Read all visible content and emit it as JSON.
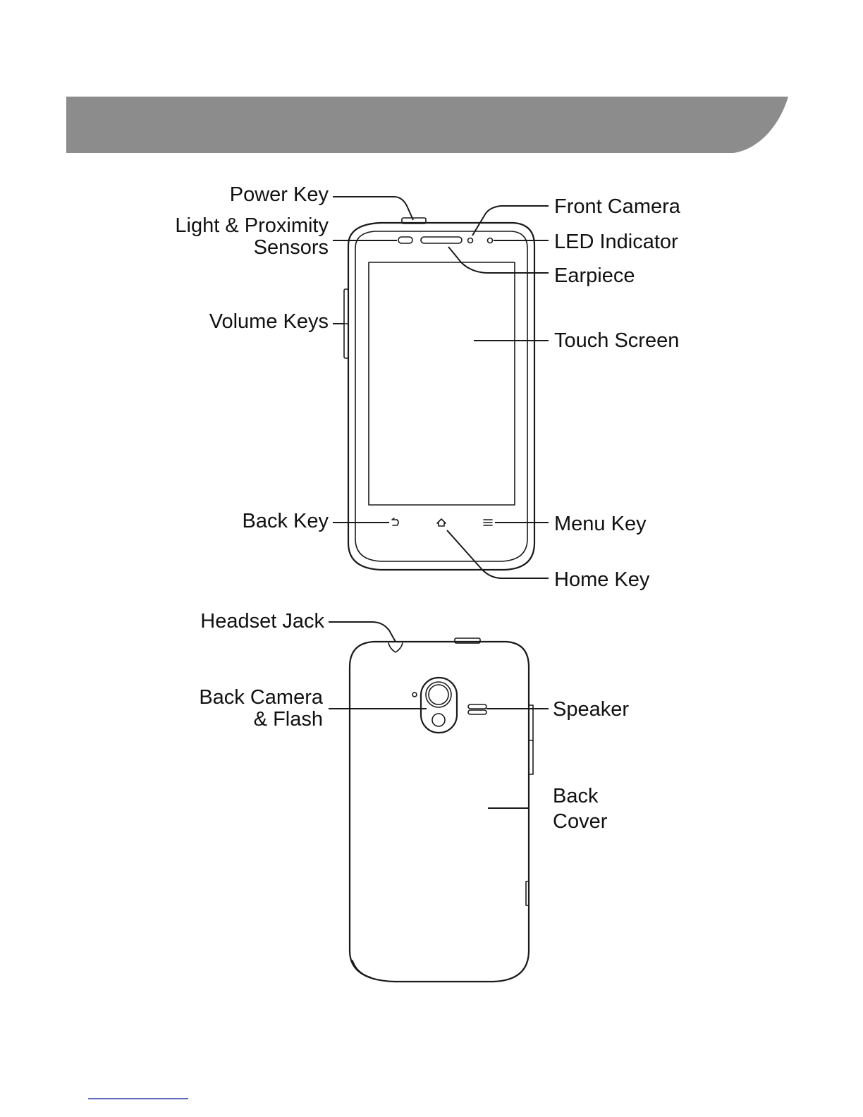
{
  "colors": {
    "header_bar": "#8c8c8c",
    "line": "#1a1a1a",
    "text": "#111111",
    "footer_rule": "#2b3aa8"
  },
  "front_labels": {
    "power_key": "Power Key",
    "light_proximity_line1": "Light & Proximity",
    "light_proximity_line2": "Sensors",
    "volume_keys": "Volume Keys",
    "back_key": "Back Key",
    "front_camera": "Front Camera",
    "led_indicator": "LED Indicator",
    "earpiece": "Earpiece",
    "touch_screen": "Touch Screen",
    "menu_key": "Menu Key",
    "home_key": "Home Key"
  },
  "back_labels": {
    "headset_jack": "Headset Jack",
    "back_camera_line1": "Back Camera",
    "back_camera_line2": "& Flash",
    "speaker": "Speaker",
    "back_cover_line1": "Back",
    "back_cover_line2": "Cover"
  },
  "icons": {
    "back_key": "back-arrow-icon",
    "home_key": "home-icon",
    "menu_key": "menu-lines-icon"
  }
}
